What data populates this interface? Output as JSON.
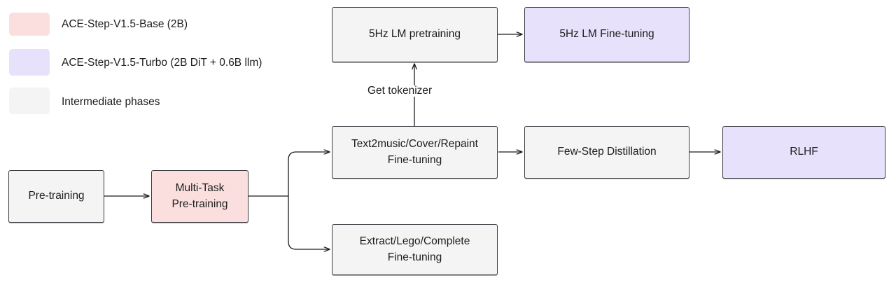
{
  "legend": {
    "items": [
      {
        "label": "ACE-Step-V1.5-Base (2B)",
        "color": "#fbdfdf",
        "swatch_name": "legend-swatch-base"
      },
      {
        "label": "ACE-Step-V1.5-Turbo (2B DiT + 0.6B llm)",
        "color": "#e7e1fb",
        "swatch_name": "legend-swatch-turbo"
      },
      {
        "label": "Intermediate phases",
        "color": "#f4f4f4",
        "swatch_name": "legend-swatch-intermediate"
      }
    ]
  },
  "diagram": {
    "type": "flowchart",
    "orientation": "left-to-right",
    "nodes": [
      {
        "id": "pre-training",
        "label": "Pre-training",
        "fill": "#f4f4f4",
        "category": "Intermediate phases"
      },
      {
        "id": "multi-task",
        "label": "Multi-Task\nPre-training",
        "fill": "#fbdfdf",
        "category": "ACE-Step-V1.5-Base (2B)"
      },
      {
        "id": "text2music",
        "label": "Text2music/Cover/Repaint\nFine-tuning",
        "fill": "#f4f4f4",
        "category": "Intermediate phases"
      },
      {
        "id": "extract-lego",
        "label": "Extract/Lego/Complete\nFine-tuning",
        "fill": "#f4f4f4",
        "category": "Intermediate phases"
      },
      {
        "id": "few-step",
        "label": "Few-Step Distillation",
        "fill": "#f4f4f4",
        "category": "Intermediate phases"
      },
      {
        "id": "rlhf",
        "label": "RLHF",
        "fill": "#e7e1fb",
        "category": "ACE-Step-V1.5-Turbo (2B DiT + 0.6B llm)"
      },
      {
        "id": "lm-pretraining",
        "label": "5Hz LM pretraining",
        "fill": "#f4f4f4",
        "category": "Intermediate phases"
      },
      {
        "id": "lm-finetuning",
        "label": "5Hz LM Fine-tuning",
        "fill": "#e7e1fb",
        "category": "ACE-Step-V1.5-Turbo (2B DiT + 0.6B llm)"
      }
    ],
    "edges": [
      {
        "from": "pre-training",
        "to": "multi-task",
        "label": ""
      },
      {
        "from": "multi-task",
        "to": "text2music",
        "label": ""
      },
      {
        "from": "multi-task",
        "to": "extract-lego",
        "label": ""
      },
      {
        "from": "text2music",
        "to": "few-step",
        "label": ""
      },
      {
        "from": "few-step",
        "to": "rlhf",
        "label": ""
      },
      {
        "from": "text2music",
        "to": "lm-pretraining",
        "label": "Get tokenizer"
      },
      {
        "from": "lm-pretraining",
        "to": "lm-finetuning",
        "label": ""
      }
    ],
    "edge_labels": {
      "get_tokenizer": "Get tokenizer"
    }
  }
}
